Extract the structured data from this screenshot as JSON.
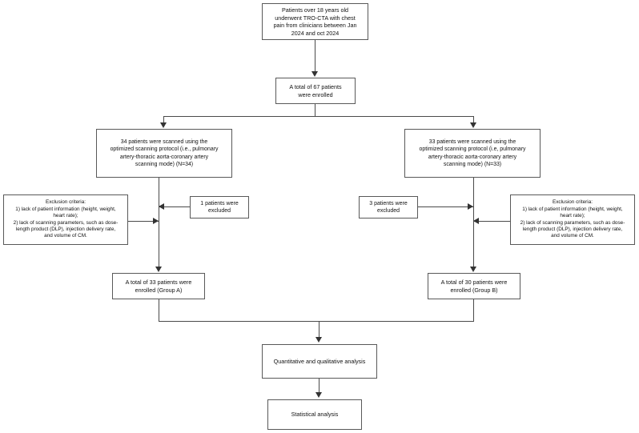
{
  "diagram": {
    "title": "Patient enrollment flowchart",
    "line_color": "#4a4a4a",
    "border_color": "#595959",
    "text_color": "#111111",
    "background": "#ffffff"
  },
  "nodes": {
    "source_population": {
      "text": "Patients over 18 years old\nunderwent TRO-CTA with chest\npain from clinicians between Jan\n2024 and oct 2024"
    },
    "total_enrolled": {
      "text": "A total of 67 patients\nwere enrolled"
    },
    "left_protocol": {
      "text": "34 patients were scanned using the\noptimized scanning protocol (i.e., pulmonary\nartery-thoracic aorta-coronary artery\nscanning mode) (N=34)"
    },
    "right_protocol": {
      "text": "33 patients were scanned using the\noptimized scanning protocol (i.e, pulmonary\nartery-thoracic aorta-coronary artery\nscanning mode) (N=33)"
    },
    "left_exclusion_criteria": {
      "text": "Exclusion criteria:\n1) lack of patient information (height, weight,\nheart rate);\n2) lack of scanning parameters, such as dose-\nlength product (DLP), injection delivery rate,\nand volume of CM."
    },
    "right_exclusion_criteria": {
      "text": "Exclusion criteria:\n1) lack of patient information (height, weight,\nheart rate);\n2) lack of scanning parameters, such as dose-\nlength product (DLP), injection delivery rate,\nand volume of CM."
    },
    "left_excluded_count": {
      "text": "1 patients were\nexcluded"
    },
    "right_excluded_count": {
      "text": "3 patients were\nexcluded"
    },
    "group_a": {
      "text": "A total of 33 patients were\nenrolled (Group A)"
    },
    "group_b": {
      "text": "A total of 30 patients were\nenrolled (Group B)"
    },
    "analysis": {
      "text": "Quantitative and qualitative  analysis"
    },
    "statistical_analysis": {
      "text": "Statistical analysis"
    }
  }
}
